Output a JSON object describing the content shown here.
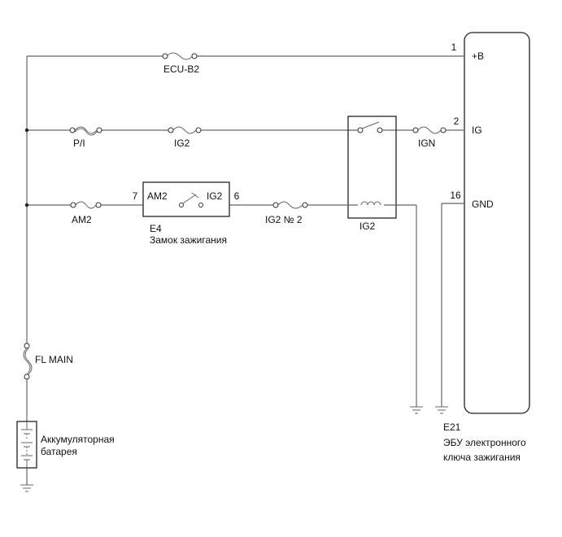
{
  "ecu": {
    "code": "E21",
    "name_line1": "ЭБУ электронного",
    "name_line2": "ключа зажигания",
    "pins": [
      {
        "num": "1",
        "label": "+B"
      },
      {
        "num": "2",
        "label": "IG"
      },
      {
        "num": "16",
        "label": "GND"
      }
    ]
  },
  "ignition_switch": {
    "code": "E4",
    "name": "Замок зажигания",
    "pin_in": "7",
    "pin_in_label": "AM2",
    "pin_out": "6",
    "pin_out_label": "IG2"
  },
  "fuses": {
    "ecu_b2": "ECU-B2",
    "p_i": "P/I",
    "ig2": "IG2",
    "ign": "IGN",
    "am2": "AM2",
    "ig2_no2": "IG2 № 2",
    "fl_main": "FL MAIN"
  },
  "relay": {
    "name": "IG2"
  },
  "battery": {
    "line1": "Аккумуляторная",
    "line2": "батарея"
  }
}
